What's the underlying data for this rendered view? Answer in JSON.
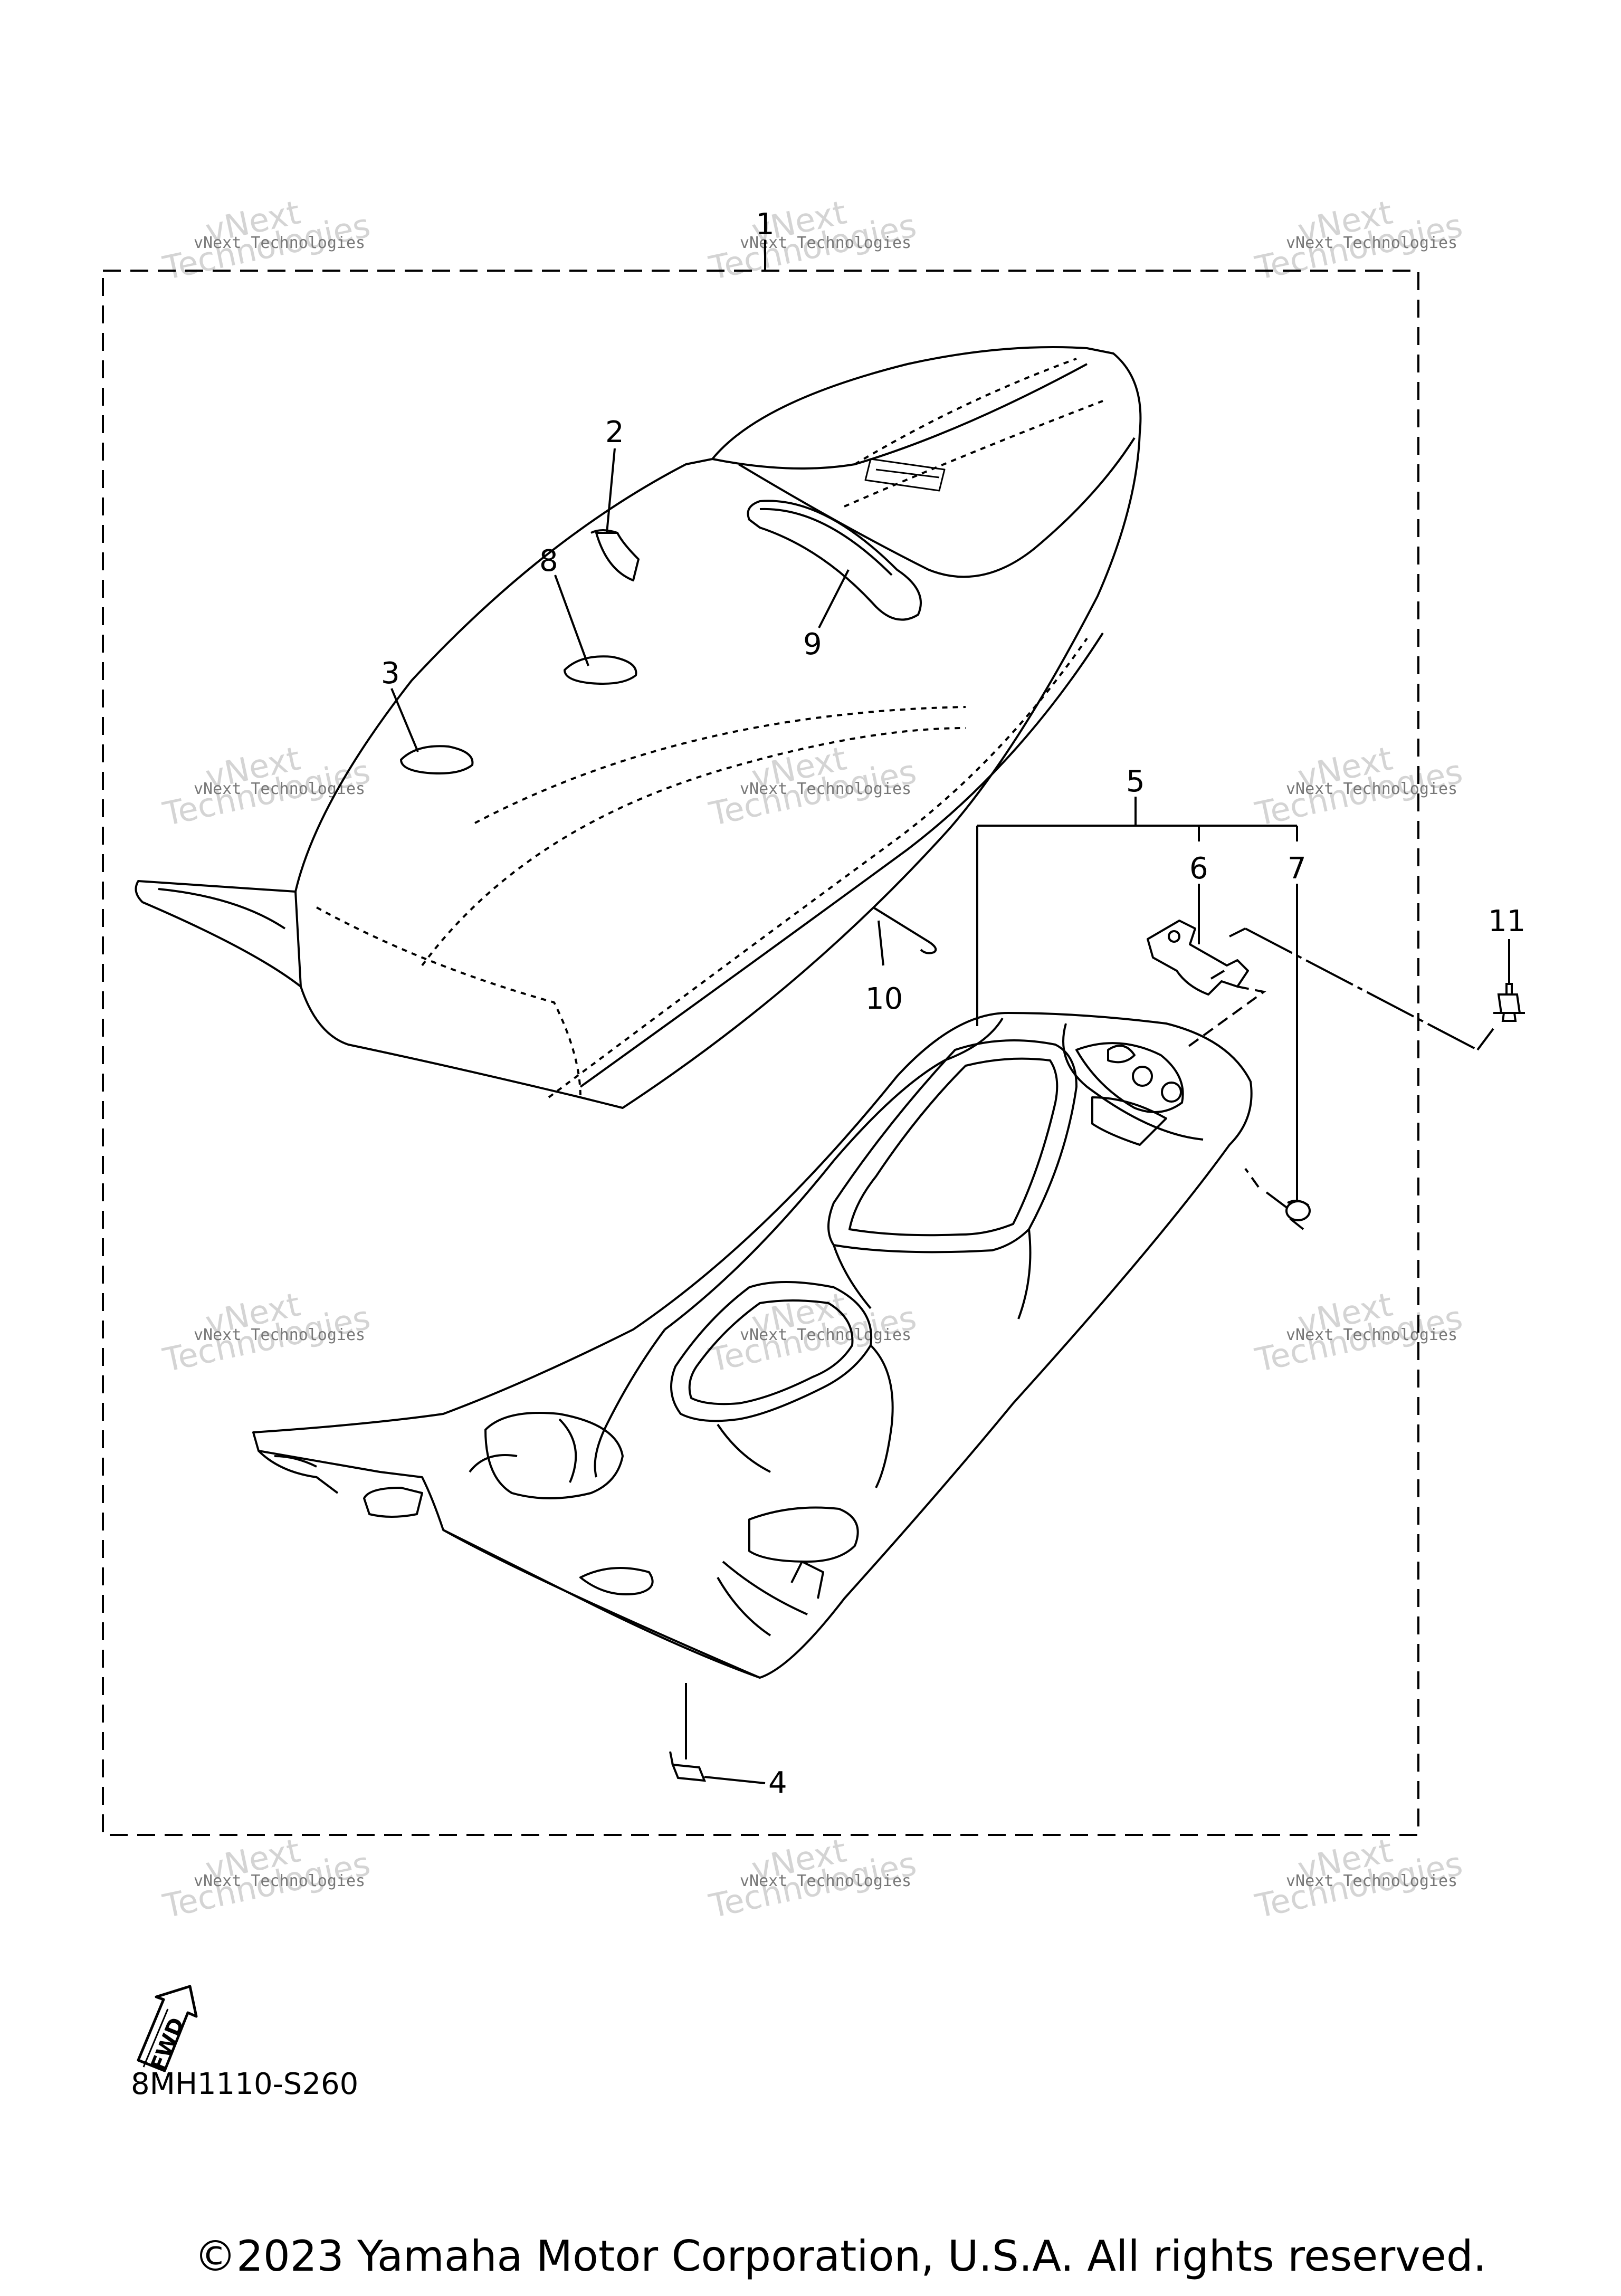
{
  "diagram": {
    "code": "8MH1110-S260",
    "copyright": "©2023 Yamaha Motor Corporation, U.S.A. All rights reserved.",
    "forward_marker": "FWD",
    "callouts": [
      "1",
      "2",
      "3",
      "4",
      "5",
      "6",
      "7",
      "8",
      "9",
      "10",
      "11"
    ],
    "watermark": {
      "line1": "vNext Technologies",
      "line2": "Technologies",
      "line3": "vNext"
    }
  }
}
